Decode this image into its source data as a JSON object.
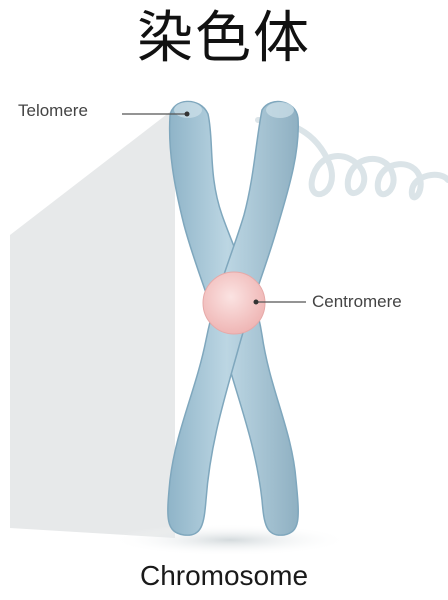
{
  "heading": "染色体",
  "labels": {
    "telomere": "Telomere",
    "centromere": "Centromere"
  },
  "caption": "Chromosome",
  "colors": {
    "chromatid": "#a9c8d8",
    "chromatid_outline": "#7fa7bd",
    "centromere": "#f3c4c3",
    "dna_coil": "#dbe4e8",
    "background_wedge": "#e7e9ea"
  }
}
